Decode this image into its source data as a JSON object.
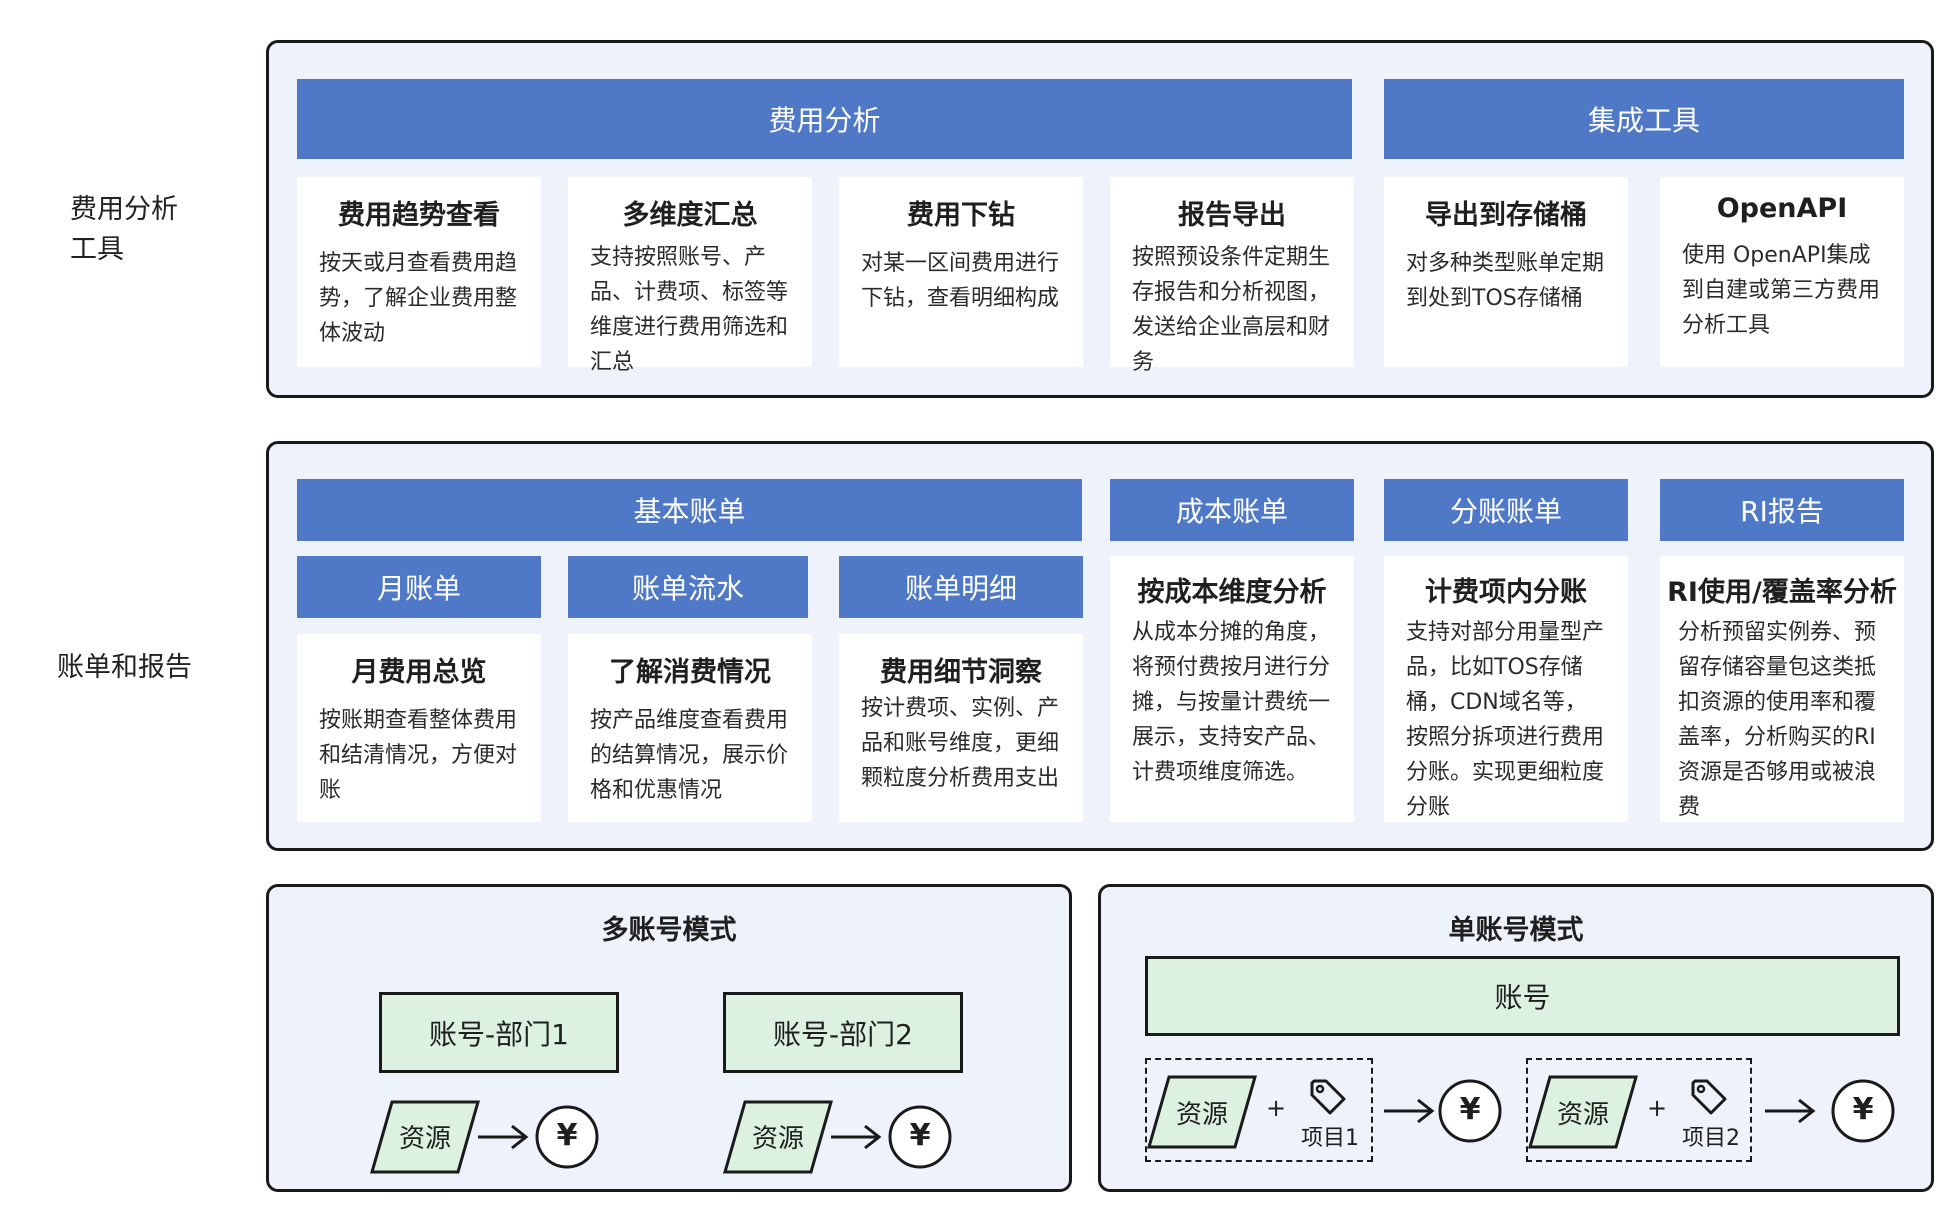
{
  "labels": {
    "cost_tools_line1": "费用分析",
    "cost_tools_line2": "工具",
    "bills_reports": "账单和报告"
  },
  "cost_panel": {
    "header_analysis": "费用分析",
    "header_integration": "集成工具",
    "cards": [
      {
        "title": "费用趋势查看",
        "desc": "按天或月查看费用趋势，了解企业费用整体波动"
      },
      {
        "title": "多维度汇总",
        "desc": "支持按照账号、产品、计费项、标签等维度进行费用筛选和汇总"
      },
      {
        "title": "费用下钻",
        "desc": "对某一区间费用进行下钻，查看明细构成"
      },
      {
        "title": "报告导出",
        "desc": "按照预设条件定期生存报告和分析视图，发送给企业高层和财务"
      },
      {
        "title": "导出到存储桶",
        "desc": "对多种类型账单定期到处到TOS存储桶"
      },
      {
        "title": "OpenAPI",
        "desc": "使用 OpenAPI集成到自建或第三方费用分析工具"
      }
    ]
  },
  "bill_panel": {
    "header_basic": "基本账单",
    "header_cost": "成本账单",
    "header_split": "分账账单",
    "header_ri": "RI报告",
    "sub_monthly": "月账单",
    "sub_flow": "账单流水",
    "sub_detail": "账单明细",
    "cards": [
      {
        "title": "月费用总览",
        "desc": "按账期查看整体费用和结清情况，方便对账"
      },
      {
        "title": "了解消费情况",
        "desc": "按产品维度查看费用的结算情况，展示价格和优惠情况"
      },
      {
        "title": "费用细节洞察",
        "desc": "按计费项、实例、产品和账号维度，更细颗粒度分析费用支出"
      },
      {
        "title": "按成本维度分析",
        "desc": "从成本分摊的角度，将预付费按月进行分摊，与按量计费统一展示，支持安产品、计费项维度筛选。"
      },
      {
        "title": "计费项内分账",
        "desc": "支持对部分用量型产品，比如TOS存储桶，CDN域名等，按照分拆项进行费用分账。实现更细粒度分账"
      },
      {
        "title": "RI使用/覆盖率分析",
        "desc": "分析预留实例券、预留存储容量包这类抵扣资源的使用率和覆盖率，分析购买的RI资源是否够用或被浪费"
      }
    ]
  },
  "multi_mode": {
    "title": "多账号模式",
    "account1": "账号-部门1",
    "account2": "账号-部门2",
    "resource": "资源",
    "yen": "¥"
  },
  "single_mode": {
    "title": "单账号模式",
    "account": "账号",
    "resource": "资源",
    "plus": "+",
    "project1": "项目1",
    "project2": "项目2",
    "yen": "¥"
  },
  "colors": {
    "header_blue": "#4f78c6",
    "panel_bg": "#eef3fb",
    "account_green": "#dcf1e0",
    "border": "#1a1a1a"
  }
}
